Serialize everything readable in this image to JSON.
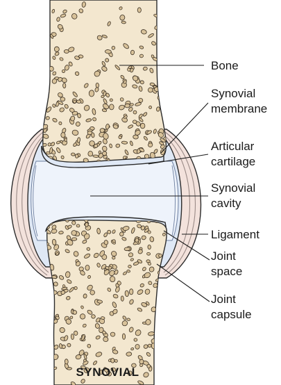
{
  "labels": {
    "bone": "Bone",
    "synovial_membrane_1": "Synovial",
    "synovial_membrane_2": "membrane",
    "articular_cartilage_1": "Articular",
    "articular_cartilage_2": "cartilage",
    "synovial_cavity_1": "Synovial",
    "synovial_cavity_2": "cavity",
    "ligament": "Ligament",
    "joint_space_1": "Joint",
    "joint_space_2": "space",
    "joint_capsule_1": "Joint",
    "joint_capsule_2": "capsule"
  },
  "caption": "SYNOVIAL",
  "colors": {
    "bone_fill": "#f3e7cf",
    "pore_fill": "#d8c29a",
    "cartilage": "#dfe8f5",
    "cavity": "#eef3fb",
    "capsule_band": "#f3e2dc",
    "outline": "#2b2b2b"
  }
}
